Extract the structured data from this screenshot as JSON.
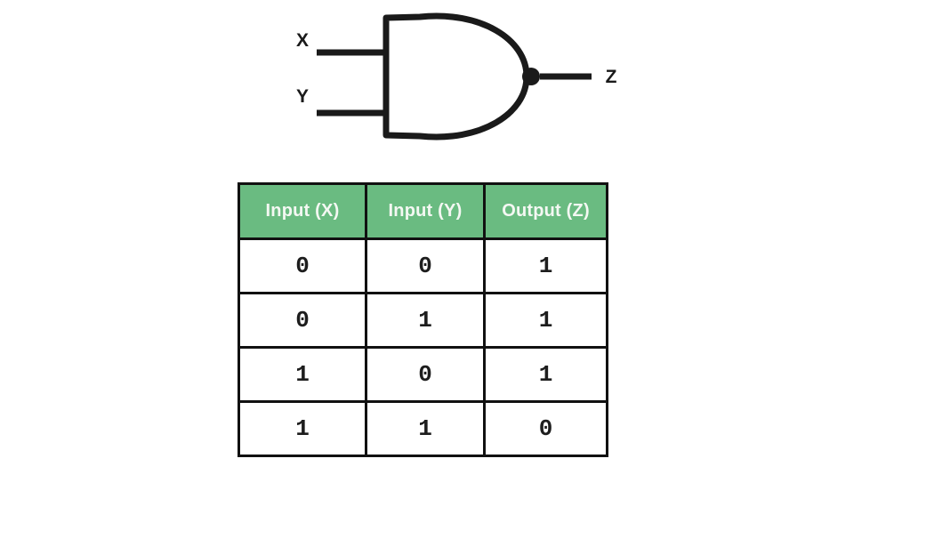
{
  "diagram": {
    "gate": {
      "shape": "nand-gate",
      "input_labels": [
        "X",
        "Y"
      ],
      "output_label": "Z"
    }
  },
  "truth_table": {
    "headers": [
      "Input (X)",
      "Input (Y)",
      "Output (Z)"
    ],
    "rows": [
      [
        "0",
        "0",
        "1"
      ],
      [
        "0",
        "1",
        "1"
      ],
      [
        "1",
        "0",
        "1"
      ],
      [
        "1",
        "1",
        "0"
      ]
    ]
  },
  "colors": {
    "header_bg": "#6abb81",
    "header_text": "#f4f8f3",
    "line": "#1a1a1a",
    "cell_text": "#1d1d1d",
    "border": "#111111",
    "background": "#ffffff"
  }
}
